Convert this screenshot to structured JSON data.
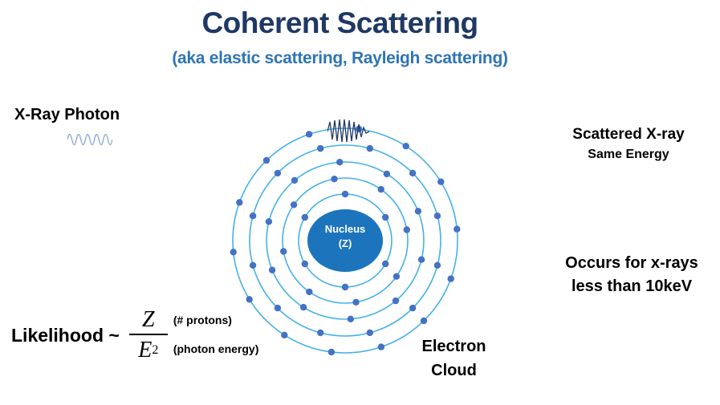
{
  "slide": {
    "title": "Coherent Scattering",
    "subtitle": "(aka elastic scattering, Rayleigh scattering)"
  },
  "left": {
    "xray_photon": "X-Ray Photon"
  },
  "right": {
    "scattered_xray": "Scattered X-ray",
    "same_energy": "Same Energy",
    "occurs_line1": "Occurs for x-rays",
    "occurs_line2": "less than 10keV"
  },
  "formula": {
    "label": "Likelihood ~",
    "numerator": "Z",
    "denominator_base": "E",
    "denominator_exponent": "2",
    "numerator_note": "(# protons)",
    "denominator_note": "(photon energy)"
  },
  "atom": {
    "nucleus_line1": "Nucleus",
    "nucleus_line2": "(Z)",
    "electron_cloud_line1": "Electron",
    "electron_cloud_line2": "Cloud",
    "colors": {
      "ring": "#45B1E8",
      "electron": "#4472C4",
      "nucleus": "#1C75BC",
      "nucleus_text": "#FFFFFF"
    },
    "shells": [
      {
        "radius": 140,
        "electrons": 14,
        "offset_deg": 97
      },
      {
        "radius": 119,
        "electrons": 12,
        "offset_deg": 15
      },
      {
        "radius": 98,
        "electrons": 10,
        "offset_deg": 50
      },
      {
        "radius": 78,
        "electrons": 8,
        "offset_deg": 80
      },
      {
        "radius": 58,
        "electrons": 6,
        "offset_deg": 30
      }
    ]
  },
  "colors": {
    "title_color": "#1F3864",
    "subtitle_color": "#2E74B5",
    "text_color": "#000000",
    "incident_wave_color": "#8FA8D0",
    "scattered_wave_color": "#1F3864"
  }
}
